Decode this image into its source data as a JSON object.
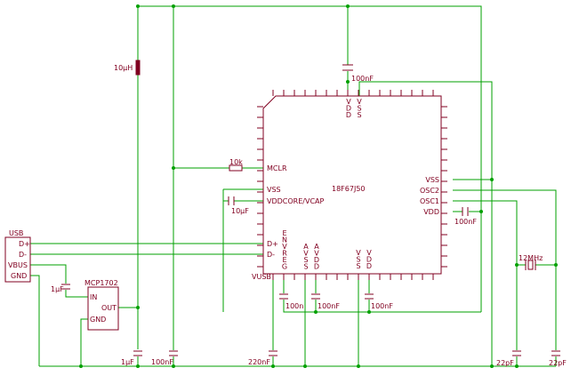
{
  "schematic": {
    "ic": {
      "part": "18F67J50",
      "pins_left": {
        "mclr": "MCLR",
        "vss": "VSS",
        "vddcore": "VDDCORE/VCAP",
        "dplus": "D+",
        "dminus": "D-"
      },
      "pins_right": {
        "vss": "VSS",
        "osc2": "OSC2",
        "osc1": "OSC1",
        "vdd": "VDD"
      },
      "pins_top": {
        "vdd": "VDD",
        "vss": "VSS"
      },
      "pins_bottom": {
        "vusb": "VUSB",
        "envreg": "ENVREG",
        "avss": "AVSS",
        "avdd": "AVDD",
        "vss": "VSS",
        "vdd": "VDD"
      }
    },
    "usb": {
      "title": "USB",
      "pins": [
        "D+",
        "D-",
        "VBUS",
        "GND"
      ]
    },
    "regulator": {
      "title": "MCP1702",
      "pin_in": "IN",
      "pin_out": "OUT",
      "pin_gnd": "GND"
    },
    "components": {
      "inductor": "10µH",
      "cap_top": "100nF",
      "resistor": "10k",
      "cap_vcore": "10µF",
      "cap_vdd": "100nF",
      "cap_envreg": "100n",
      "cap_avdd": "100nF",
      "cap_vdd_bottom": "100nF",
      "cap_vbus": "1µF",
      "cap_bottom_1": "1µF",
      "cap_bottom_2": "100nF",
      "cap_vusb": "220nF",
      "crystal": "12MHz",
      "cap_osc_1": "22pF",
      "cap_osc_2": "22pF"
    }
  }
}
